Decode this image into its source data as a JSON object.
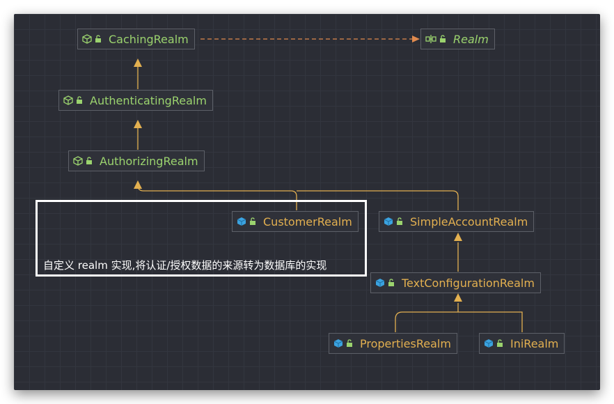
{
  "colors": {
    "background": "#2b2d35",
    "abstract_text": "#9bd36e",
    "concrete_text": "#e3b050",
    "edge": "#e3b050",
    "dependency_edge": "#e08a4e",
    "note_border": "#ffffff"
  },
  "nodes": {
    "caching_realm": {
      "label": "CachingRealm",
      "icon": "abstract-class-icon"
    },
    "realm": {
      "label": "Realm",
      "icon": "interface-icon"
    },
    "authenticating_realm": {
      "label": "AuthenticatingRealm",
      "icon": "abstract-class-icon"
    },
    "authorizing_realm": {
      "label": "AuthorizingRealm",
      "icon": "abstract-class-icon"
    },
    "customer_realm": {
      "label": "CustomerRealm",
      "icon": "class-icon"
    },
    "simple_account_realm": {
      "label": "SimpleAccountRealm",
      "icon": "class-icon"
    },
    "text_configuration_realm": {
      "label": "TextConfigurationRealm",
      "icon": "class-icon"
    },
    "properties_realm": {
      "label": "PropertiesRealm",
      "icon": "class-icon"
    },
    "ini_realm": {
      "label": "IniRealm",
      "icon": "class-icon"
    }
  },
  "note": {
    "text": "自定义 realm 实现,将认证/授权数据的来源转为数据库的实现"
  }
}
